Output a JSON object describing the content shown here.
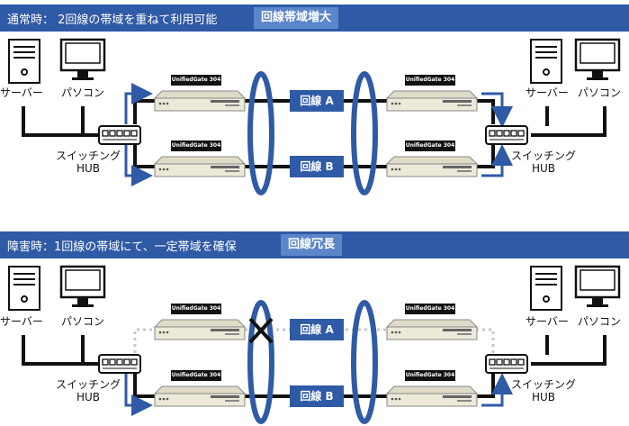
{
  "sections": [
    {
      "banner_text": "通常時： 2回線の帯域を重ねて利用可能",
      "banner_tag": "回線帯域増大",
      "server_label": "サーバー",
      "pc_label": "パソコン",
      "switch_label_1": "スイッチング",
      "switch_label_2": "HUB",
      "line_a": "回線 A",
      "line_b": "回線 B",
      "router_label": "UnifiedGate 304"
    },
    {
      "banner_text": "障害時：1回線の帯域にて、一定帯域を確保",
      "banner_tag": "回線冗長",
      "server_label": "サーバー",
      "pc_label": "パソコン",
      "switch_label_1": "スイッチング",
      "switch_label_2": "HUB",
      "line_a": "回線 A",
      "line_b": "回線 B",
      "router_label": "UnifiedGate 304"
    }
  ],
  "colors": {
    "banner": "#2f5aa5",
    "tag": "#5b86c9",
    "ring": "#2f5aa5",
    "arrow": "#2f5aa5"
  }
}
